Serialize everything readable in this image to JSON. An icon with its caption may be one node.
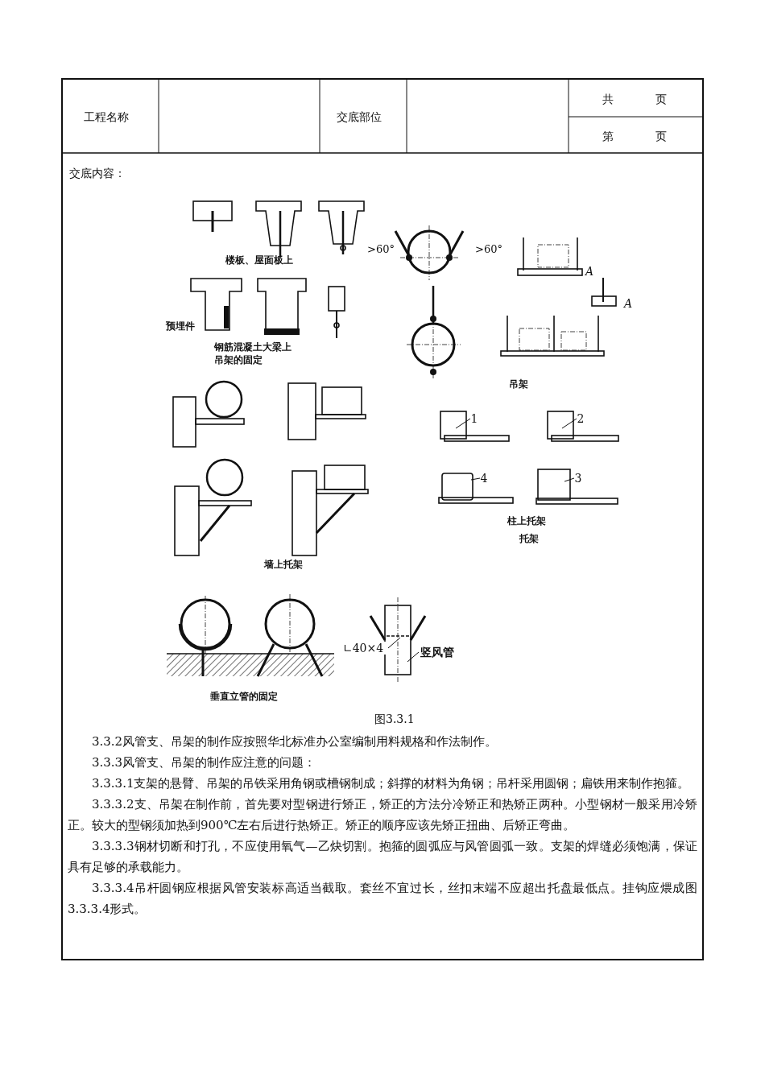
{
  "diagram": {
    "caption": "图3.3.1",
    "nodes": [
      {
        "text": [
          "1"
        ]
      },
      {
        "text": [
          "2"
        ]
      },
      {
        "text": [
          "4"
        ]
      },
      {
        "text": [
          "3"
        ]
      },
      {
        "text": [
          "∟40×4"
        ]
      },
      {
        "text": [
          "竖风管"
        ]
      }
    ],
    "edges": [
      {
        "from": 0,
        "to": null,
        "arrow": "none"
      },
      {
        "from": 1,
        "to": null,
        "arrow": "none"
      },
      {
        "from": 2,
        "to": null,
        "arrow": "none"
      },
      {
        "from": 3,
        "to": null,
        "arrow": "none"
      },
      {
        "from": 4,
        "to": null,
        "arrow": "none"
      },
      {
        "from": 5,
        "to": null,
        "arrow": "none"
      }
    ],
    "labels": [
      "工程名称",
      "交底部位",
      "共",
      "页",
      "第",
      "页",
      "交底内容：",
      ">60°",
      ">60°",
      "楼板、屋面板上",
      "A",
      "A",
      "预埋件",
      "钢筋混凝土大梁上吊架的固定",
      "吊架",
      "柱上托架",
      "托架",
      "墙上托架",
      "垂直立管的固定",
      "3.3.2风管支、吊架的制作应按照华北标准办公室编制用料规格和作法制作。",
      "3.3.3风管支、吊架的制作应注意的问题：",
      "3.3.3.1支架的悬臂、吊架的吊铁采用角钢或槽钢制成；斜撑的材料为角钢；吊杆采用圆钢；扁铁用来制作抱箍。",
      "3.3.3.2支、吊架在制作前，首先要对型钢进行矫正，矫正的方法分冷矫正和热矫正两种。小型钢材一般采用冷矫正。较大的型钢须加热到900℃左右后进行热矫正。矫正的顺序应该先矫正扭曲、后矫正弯曲。",
      "3.3.3.3钢材切断和打孔，不应使用氧气—乙炔切割。抱箍的圆弧应与风管圆弧一致。支架的焊缝必须饱满，保证具有足够的承载能力。",
      "3.3.3.4吊杆圆钢应根据风管安装标高适当截取。套丝不宜过长，丝扣末端不应超出托盘最低点。挂钩应煨成图3.3.3.4形式。"
    ]
  }
}
